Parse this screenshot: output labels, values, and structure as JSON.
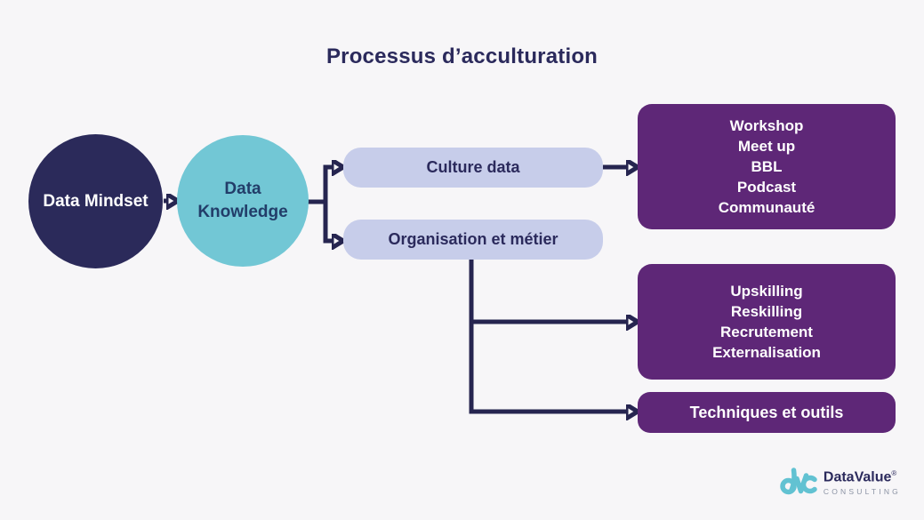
{
  "title": "Processus d’acculturation",
  "palette": {
    "background": "#f7f6f8",
    "navy_circle": "#2b2a5a",
    "teal_circle": "#72c7d5",
    "lavender_box": "#c7cdea",
    "purple_box": "#5e2777",
    "line_navy": "#262550",
    "title_navy": "#2b2a5c",
    "white": "#ffffff",
    "logo_teal": "#62c2d2",
    "logo_gray": "#8b93a4"
  },
  "stages": [
    {
      "label": "Data Mindset"
    },
    {
      "label": "Data Knowledge"
    }
  ],
  "axes": [
    {
      "label": "Culture data"
    },
    {
      "label": "Organisation et métier"
    }
  ],
  "outcomes": [
    {
      "items": [
        "Workshop",
        "Meet up",
        "BBL",
        "Podcast",
        "Communauté"
      ]
    },
    {
      "items": [
        "Upskilling",
        "Reskilling",
        "Recrutement",
        "Externalisation"
      ]
    },
    {
      "items": [
        "Techniques et outils"
      ]
    }
  ],
  "logo": {
    "mark": "dvc",
    "name": "DataValue",
    "registered": "®",
    "subtitle": "CONSULTING"
  }
}
